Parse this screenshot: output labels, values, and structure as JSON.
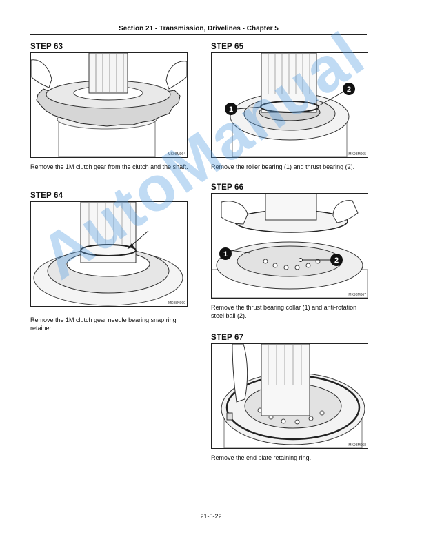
{
  "header": {
    "title": "Section 21 - Transmission, Drivelines - Chapter 5"
  },
  "steps": [
    {
      "title": "STEP  63",
      "figure_code": "MK98M064",
      "caption": "Remove the 1M clutch gear from the clutch and the shaft."
    },
    {
      "title": "STEP  64",
      "figure_code": "MK98N090",
      "caption": "Remove the 1M clutch gear needle bearing snap ring retainer."
    },
    {
      "title": "STEP  65",
      "figure_code": "MK98M065",
      "caption": "Remove the roller bearing (1) and thrust bearing (2).",
      "callouts": [
        "1",
        "2"
      ]
    },
    {
      "title": "STEP  66",
      "figure_code": "MK98M067",
      "caption": "Remove the thrust bearing collar (1) and anti-rotation steel ball (2).",
      "callouts": [
        "1",
        "2"
      ]
    },
    {
      "title": "STEP  67",
      "figure_code": "MK98M068",
      "caption": "Remove the end plate retaining ring."
    }
  ],
  "footer": {
    "page_number": "21-5-22"
  },
  "watermark": {
    "text": "AutoManual"
  }
}
